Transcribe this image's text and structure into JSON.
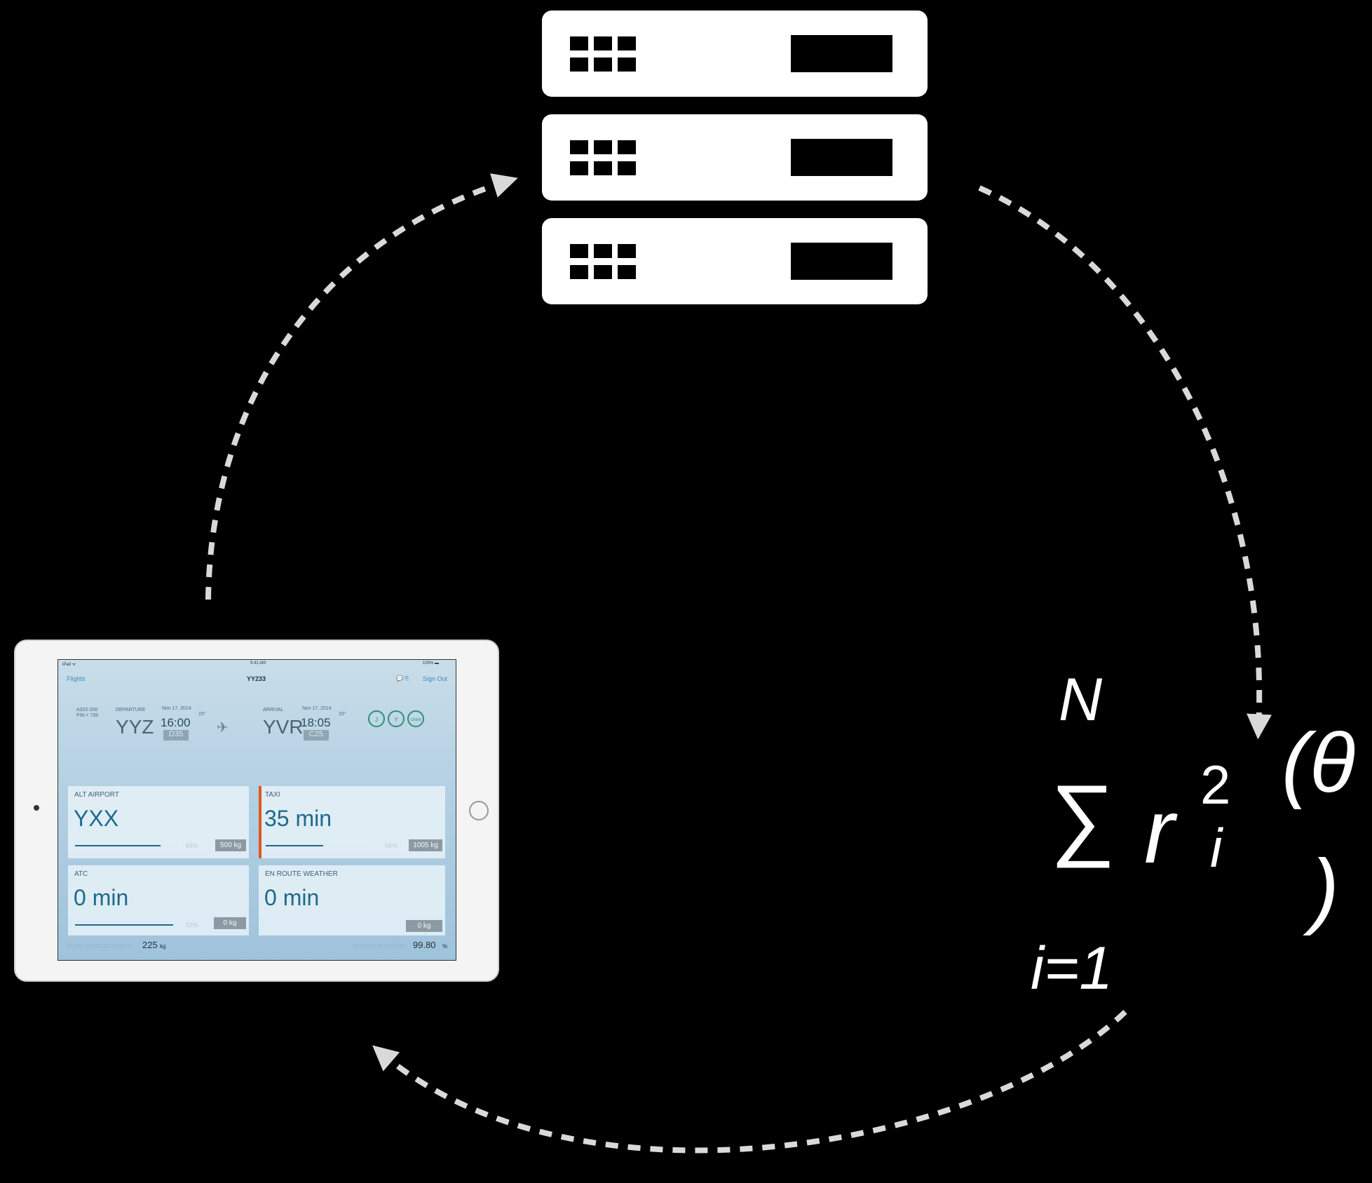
{
  "formula": {
    "symbol": "∑",
    "upper": "N",
    "lower": "i=1",
    "var": "r",
    "sup": "2",
    "sub": "i",
    "open_paren": "(θ",
    "close_paren": ")"
  },
  "app": {
    "status": {
      "device": "iPad ᯤ",
      "time": "9:41 AM",
      "battery": "100% ▬"
    },
    "nav": {
      "back": "Flights",
      "title": "YY233",
      "icons": "💬 ⎘",
      "signout": "Sign Out"
    },
    "aircraft": "A320-200",
    "fin": "FIN = 739",
    "departure": {
      "label": "DEPARTURE",
      "date": "Nov 17, 2014",
      "code": "YYZ",
      "time": "16:00",
      "temp": "15°",
      "gate": "D35"
    },
    "arrival": {
      "label": "ARRIVAL",
      "date": "Nov 17, 2014",
      "code": "YVR",
      "time": "18:05",
      "temp": "15°",
      "gate": "C25"
    },
    "classes": [
      "J",
      "Y",
      "CREW"
    ],
    "panels": [
      {
        "title": "ALT AIRPORT",
        "value": "YXX",
        "percent": "84%",
        "weight": "500 kg",
        "progress": 0.84
      },
      {
        "title": "TAXI",
        "value": "35 min",
        "percent": "56%",
        "weight": "1005 kg",
        "progress": 0.56
      },
      {
        "title": "ATC",
        "value": "0 min",
        "percent": "93%",
        "weight": "0 kg",
        "progress": 0.93
      },
      {
        "title": "EN ROUTE WEATHER",
        "value": "0 min",
        "percent": "",
        "weight": "0 kg",
        "progress": 0
      }
    ],
    "footer": {
      "cost_label": "TOTAL COST TO CARRY",
      "cost_value": "225",
      "cost_unit": "kg",
      "mission_label": "MISSION SUCCESS",
      "mission_value": "99.80",
      "mission_unit": "%"
    }
  },
  "colors": {
    "background": "#000000",
    "accent": "#1d6a8a",
    "taxi_marker": "#e0581f"
  }
}
